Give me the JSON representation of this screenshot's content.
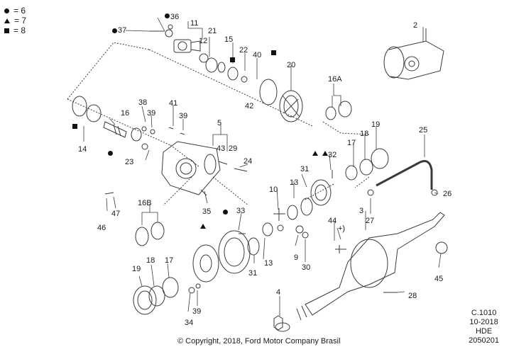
{
  "legend": [
    {
      "symbol": "circle",
      "icon": "circle-icon",
      "text": "= 6"
    },
    {
      "symbol": "triangle",
      "icon": "triangle-icon",
      "text": "= 7"
    },
    {
      "symbol": "square",
      "icon": "square-icon",
      "text": "= 8"
    }
  ],
  "callouts": [
    "36",
    "37",
    "11",
    "12",
    "21",
    "15",
    "22",
    "40",
    "20",
    "2",
    "42",
    "16A",
    "38",
    "16",
    "39",
    "41",
    "39",
    "14",
    "5",
    "43",
    "29",
    "23",
    "24",
    "17",
    "18",
    "19",
    "25",
    "32",
    "31",
    "13",
    "10",
    "35",
    "26",
    "16B",
    "46",
    "47",
    "33",
    "3",
    "44",
    "+)",
    "27",
    "9",
    "19",
    "18",
    "17",
    "13",
    "31",
    "30",
    "45",
    "34",
    "39",
    "28",
    "4"
  ],
  "copyright": "© Copyright, 2018, Ford Motor Company Brasil",
  "identification": [
    "C.1010",
    "10-2018",
    "HDE",
    "2050201"
  ],
  "colors": {
    "line": "#3a3a3a",
    "text": "#1a1a1a",
    "background": "#ffffff"
  }
}
